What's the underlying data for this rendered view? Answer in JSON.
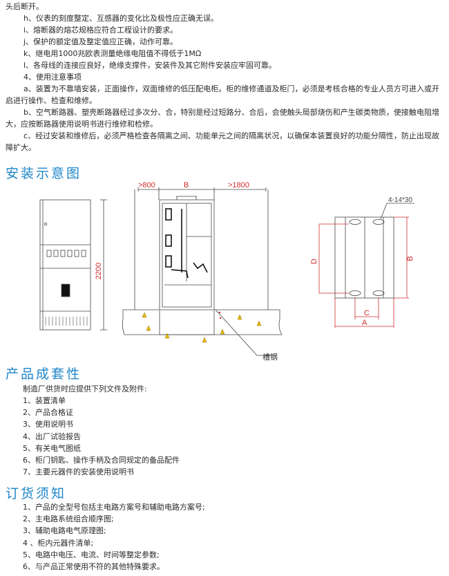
{
  "requirements": {
    "line_top": "头后断开。",
    "h": "h、仪表的刻度整定、互感器的变化比及极性应正确无误。",
    "i": "i、熔断器的熔芯规格应符合工程设计的要求。",
    "j": "j、保护的额定值及整定值应正确，动作可靠。",
    "k": "k、继电用1000兆欧表测量绝缘电阻值不得低于1MΩ",
    "l": "l、各母线的连接应良好，绝缘支撑件，安装件及其它附件安装应牢固可靠。"
  },
  "usage": {
    "heading": "4、使用注意事项",
    "a": "a、装置为不靠墙安装，正面操作，双面维修的低压配电柜。柜的维修通道及柜门，必须是考核合格的专业人员方可进入或开启进行操作、检查和维修。",
    "b": "b、空气断路器、塑壳断路器经过多次分、合，特别是经过短路分、合后，会使触头局部烧伤和产生碳类物质，使接触电阻增大，应按断路器使用说明书进行维修和检修。",
    "c": "c、经过安装和维修后，必须严格检查各隔离之间、功能单元之间的隔离状况，以确保本装置良好的功能分隔性，防止出现故障扩大。"
  },
  "install": {
    "title": "安装示意图",
    "dim_left": ">800",
    "dim_b_top": "B",
    "dim_right": ">1800",
    "height_2200": "2200",
    "hole_label": "4-14*30",
    "dim_d": "D",
    "dim_b_side": "B",
    "dim_c": "C",
    "dim_a": "A",
    "channel_label": "槽钢"
  },
  "completeness": {
    "title": "产品成套性",
    "intro": "制造厂供货时应提供下列文件及附件:",
    "items": [
      "1、装置清单",
      "2、产品合格证",
      "3、使用说明书",
      "4、出厂试验报告",
      "5、有关电气图纸",
      "6、柜门钥匙、操作手柄及合同规定的备品配件",
      "7、主要元器件的安装使用说明书"
    ]
  },
  "ordering": {
    "title": "订货须知",
    "items": [
      "1、产品的全型号包括主电路方案号和辅助电路方案号;",
      "2、主电路系统组合顺序图;",
      "3、辅助电路电气原理图;",
      "4 、柜内元器件清单;",
      "5、电路中电压、电流、时间等整定参数;",
      "6、与产品正常使用不符的其他特殊要求。"
    ]
  }
}
